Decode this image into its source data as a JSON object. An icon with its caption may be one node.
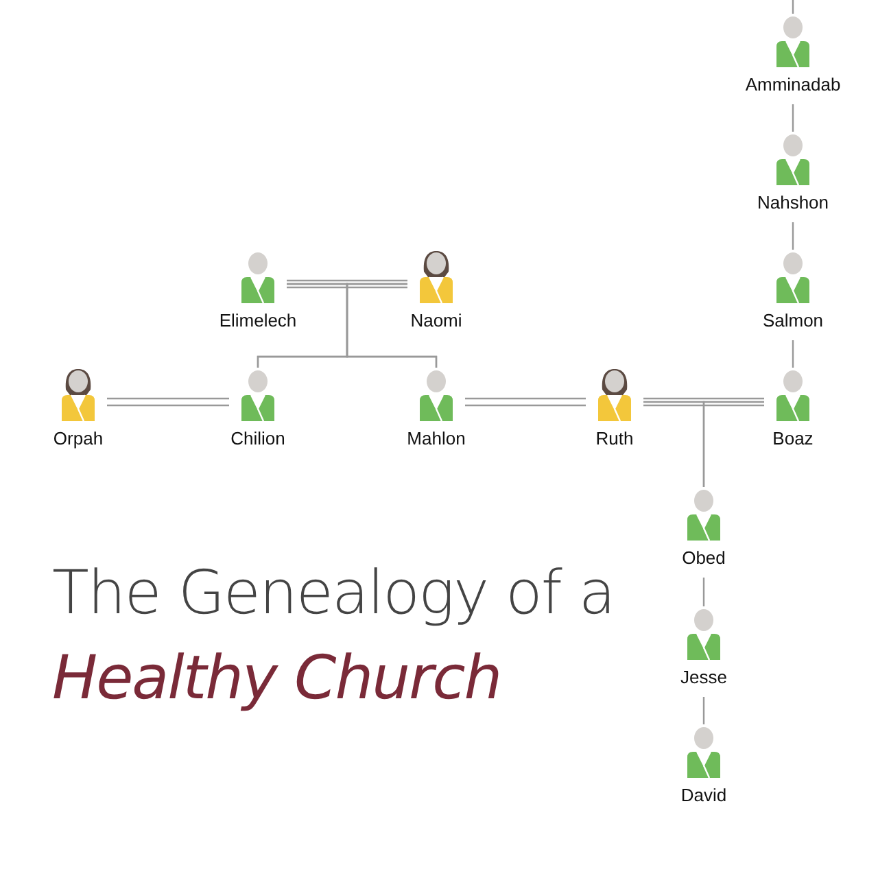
{
  "diagram": {
    "title": "The Genealogy of a *Healthy Church*",
    "nodes": [
      {
        "text": [
          "Amminadab"
        ]
      },
      {
        "text": [
          "Nahshon"
        ]
      },
      {
        "text": [
          "Elimelech"
        ]
      },
      {
        "text": [
          "Naomi"
        ]
      },
      {
        "text": [
          "Salmon"
        ]
      },
      {
        "text": [
          "Orpah"
        ]
      },
      {
        "text": [
          "Chilion"
        ]
      },
      {
        "text": [
          "Mahlon"
        ]
      },
      {
        "text": [
          "Ruth"
        ]
      },
      {
        "text": [
          "Boaz"
        ]
      },
      {
        "text": [
          "Obed"
        ]
      },
      {
        "text": [
          "Jesse"
        ]
      },
      {
        "text": [
          "David"
        ]
      }
    ],
    "edges": [
      {
        "from": null,
        "to": 0,
        "arrow": "none"
      },
      {
        "from": 0,
        "to": 1,
        "arrow": "none"
      },
      {
        "from": 1,
        "to": 4,
        "arrow": "none"
      },
      {
        "from": 4,
        "to": 9,
        "arrow": "none"
      },
      {
        "from": 2,
        "to": 3,
        "arrow": "none"
      },
      {
        "from": 2,
        "to": 6,
        "arrow": "none"
      },
      {
        "from": 2,
        "to": 7,
        "arrow": "none"
      },
      {
        "from": 3,
        "to": 6,
        "arrow": "none"
      },
      {
        "from": 3,
        "to": 7,
        "arrow": "none"
      },
      {
        "from": 5,
        "to": 6,
        "arrow": "none"
      },
      {
        "from": 7,
        "to": 8,
        "arrow": "none"
      },
      {
        "from": 8,
        "to": 9,
        "arrow": "none"
      },
      {
        "from": 8,
        "to": 10,
        "arrow": "none"
      },
      {
        "from": 9,
        "to": 10,
        "arrow": "none"
      },
      {
        "from": 10,
        "to": 11,
        "arrow": "none"
      },
      {
        "from": 11,
        "to": 12,
        "arrow": "none"
      }
    ]
  }
}
